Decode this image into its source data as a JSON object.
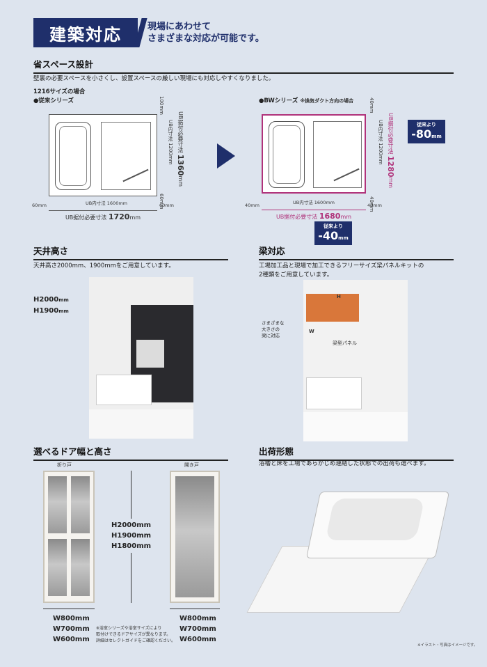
{
  "header": {
    "title": "建築対応",
    "subtitle_line1": "現場にあわせて",
    "subtitle_line2": "さまざまな対応が可能です。"
  },
  "space": {
    "title": "省スペース設計",
    "desc": "壁裏の必要スペースを小さくし、設置スペースの厳しい現場にも対応しやすくなりました。",
    "case": "1216サイズの場合",
    "old_label": "●従来シリーズ",
    "bw_label": "●BWシリーズ",
    "bw_note": "※換気ダクト方向の場合",
    "old": {
      "inner_w": "UB内寸法 1600mm",
      "outer_w_label": "UB据付必要寸法",
      "outer_w": "1720",
      "unit": "mm",
      "side": "60mm",
      "top": "100mm",
      "inner_h": "UB内寸法 1200mm",
      "outer_h_label": "UB据付必要寸法",
      "outer_h": "1360",
      "bottom": "60mm"
    },
    "bw": {
      "inner_w": "UB内寸法 1600mm",
      "outer_w_label": "UB据付必要寸法",
      "outer_w": "1680",
      "unit": "mm",
      "side": "40mm",
      "top": "40mm",
      "inner_h": "UB内寸法 1200mm",
      "outer_h_label": "UB据付必要寸法",
      "outer_h": "1280",
      "bottom": "40mm"
    },
    "badge_h": {
      "label": "従来より",
      "value": "-80",
      "unit": "mm"
    },
    "badge_w": {
      "label": "従来より",
      "value": "-40",
      "unit": "mm"
    }
  },
  "ceiling": {
    "title": "天井高さ",
    "desc": "天井高さ2000mm、1900mmをご用意しています。",
    "h1": "H2000",
    "h2": "H1900",
    "unit": "mm"
  },
  "beam": {
    "title": "梁対応",
    "desc1": "工場加工品と現場で加工できるフリーサイズ梁パネルキットの",
    "desc2": "2種類をご用意しています。",
    "note1": "さまざまな",
    "note2": "大きさの",
    "note3": "梁に対応",
    "panel": "梁型パネル",
    "h": "H",
    "w": "W"
  },
  "doors": {
    "title": "選べるドア幅と高さ",
    "fold_label": "折り戸",
    "swing_label": "開き戸",
    "heights": [
      "H2000mm",
      "H1900mm",
      "H1800mm"
    ],
    "widths_left": [
      "W800mm",
      "W700mm",
      "W600mm"
    ],
    "widths_right": [
      "W800mm",
      "W700mm",
      "W600mm"
    ],
    "note1": "※浴室シリーズや浴室サイズにより",
    "note2": "取付けできるドアサイズが異なります。",
    "note3": "詳細はセレクトガイドをご確認ください。"
  },
  "shipping": {
    "title": "出荷形態",
    "desc": "浴槽と床を工場であらかじめ連結した状態での出荷も選べます。",
    "note": "※イラスト・写真はイメージです。"
  }
}
